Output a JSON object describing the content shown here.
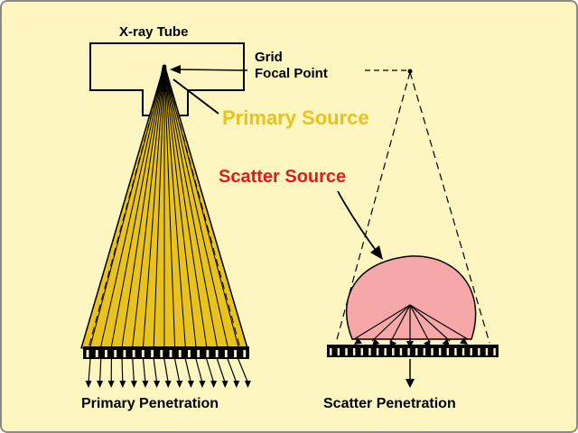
{
  "labels": {
    "tube": "X-ray Tube",
    "grid_line1": "Grid",
    "grid_line2": "Focal Point",
    "primary_source": "Primary Source",
    "scatter_source": "Scatter Source",
    "primary_penetration": "Primary Penetration",
    "scatter_penetration": "Scatter Penetration"
  },
  "colors": {
    "background": "#fdf6c0",
    "primary": "#e8c21e",
    "scatter": "#e11b1b",
    "scatter_body": "#f6a8a8",
    "ink": "#000000"
  }
}
